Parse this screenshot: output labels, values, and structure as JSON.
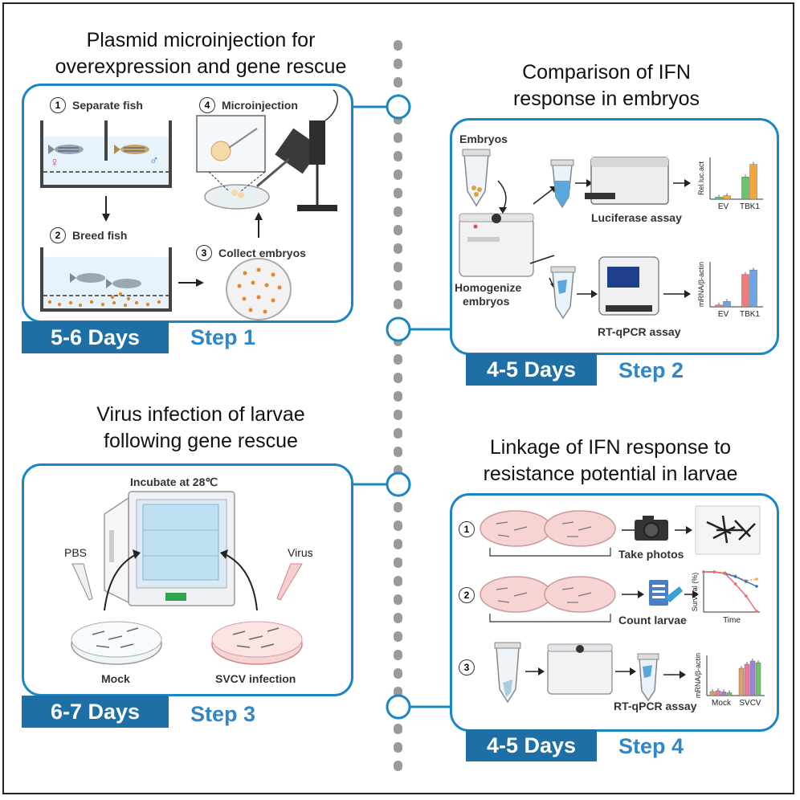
{
  "step1": {
    "title_line1": "Plasmid microinjection for",
    "title_line2": "overexpression and gene rescue",
    "sub1_num": "1",
    "sub1": "Separate fish",
    "sub2_num": "2",
    "sub2": "Breed fish",
    "sub3_num": "3",
    "sub3": "Collect embryos",
    "sub4_num": "4",
    "sub4": "Microinjection",
    "days": "5-6 Days",
    "step": "Step 1",
    "female_symbol": "♀",
    "male_symbol": "♂"
  },
  "step2": {
    "title_line1": "Comparison of IFN",
    "title_line2": "response in embryos",
    "embryos": "Embryos",
    "homogenize_line1": "Homogenize",
    "homogenize_line2": "embryos",
    "luciferase": "Luciferase assay",
    "rtqpcr": "RT-qPCR assay",
    "days": "4-5 Days",
    "step": "Step 2"
  },
  "step3": {
    "title_line1": "Virus infection of larvae",
    "title_line2": "following gene rescue",
    "incubate": "Incubate at 28℃",
    "pbs": "PBS",
    "virus": "Virus",
    "mock": "Mock",
    "svcv": "SVCV infection",
    "days": "6-7 Days",
    "step": "Step 3"
  },
  "step4": {
    "title_line1": "Linkage of IFN response to",
    "title_line2": "resistance potential in larvae",
    "n1": "1",
    "n2": "2",
    "n3": "3",
    "take_photos": "Take photos",
    "count_larvae": "Count larvae",
    "rtqpcr": "RT-qPCR assay",
    "days": "4-5 Days",
    "step": "Step 4"
  },
  "chart_data": [
    {
      "type": "bar",
      "ylabel": "Rel.luc.act",
      "categories": [
        "EV",
        "TBK1"
      ],
      "series": [
        {
          "values": [
            0.15,
            1.6
          ],
          "color": "#6dc36d"
        },
        {
          "values": [
            0.25,
            2.5
          ],
          "color": "#f4a540"
        }
      ]
    },
    {
      "type": "bar",
      "ylabel": "mRNA/β-actin",
      "categories": [
        "EV",
        "TBK1"
      ],
      "series": [
        {
          "values": [
            0.2,
            3.6
          ],
          "color": "#ef7b7b"
        },
        {
          "values": [
            0.6,
            4.1
          ],
          "color": "#6aa5e8"
        }
      ]
    },
    {
      "type": "line",
      "ylabel": "Survival (%)",
      "xlabel": "Time",
      "x": [
        0,
        1,
        2,
        3,
        4,
        5
      ],
      "series": [
        {
          "values": [
            100,
            100,
            98,
            90,
            78,
            82
          ],
          "color": "#f4a540",
          "style": "dotted"
        },
        {
          "values": [
            100,
            100,
            96,
            88,
            76,
            64
          ],
          "color": "#2f6fbf"
        },
        {
          "values": [
            100,
            100,
            96,
            70,
            40,
            2
          ],
          "color": "#ef6b6b"
        }
      ]
    },
    {
      "type": "bar",
      "ylabel": "mRNA/β-actin",
      "categories": [
        "Mock",
        "SVCV"
      ],
      "series": [
        {
          "values": [
            0.5,
            3.4
          ],
          "color": "#d9a06b"
        },
        {
          "values": [
            0.6,
            3.9
          ],
          "color": "#ef7b9b"
        },
        {
          "values": [
            0.45,
            4.3
          ],
          "color": "#9a86d8"
        },
        {
          "values": [
            0.35,
            4.1
          ],
          "color": "#6dc36d"
        }
      ]
    }
  ]
}
